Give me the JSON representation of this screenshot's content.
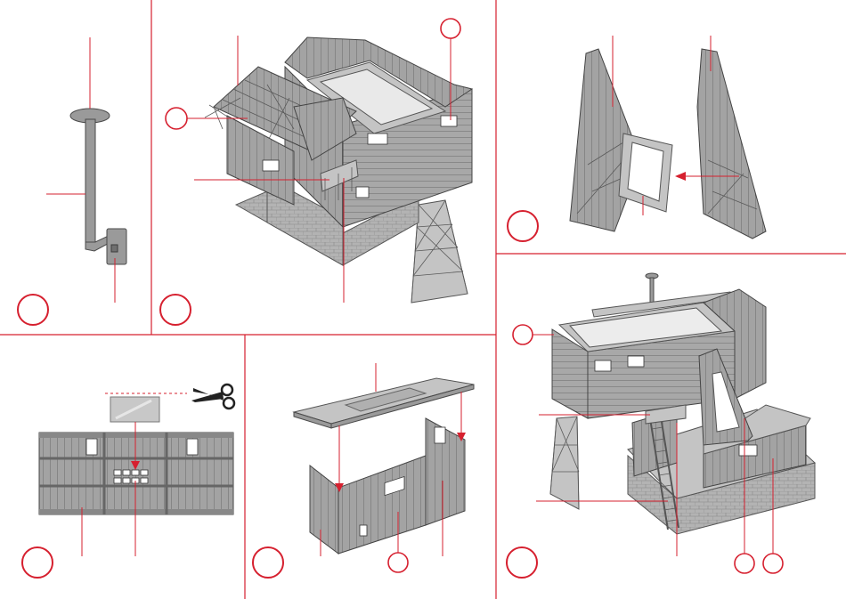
{
  "page": {
    "type": "assembly-instruction-sheet",
    "accent_color": "#d6202f",
    "part_color": "#9a9a9a",
    "steps": [
      {
        "id": "lamp-post"
      },
      {
        "id": "upper-house-roof-frame"
      },
      {
        "id": "gable-door-frame"
      },
      {
        "id": "window-glazing-cut"
      },
      {
        "id": "roof-panel-and-walls"
      },
      {
        "id": "final-assembly"
      }
    ],
    "icons": [
      "scissors-icon",
      "arrow-icon"
    ]
  }
}
